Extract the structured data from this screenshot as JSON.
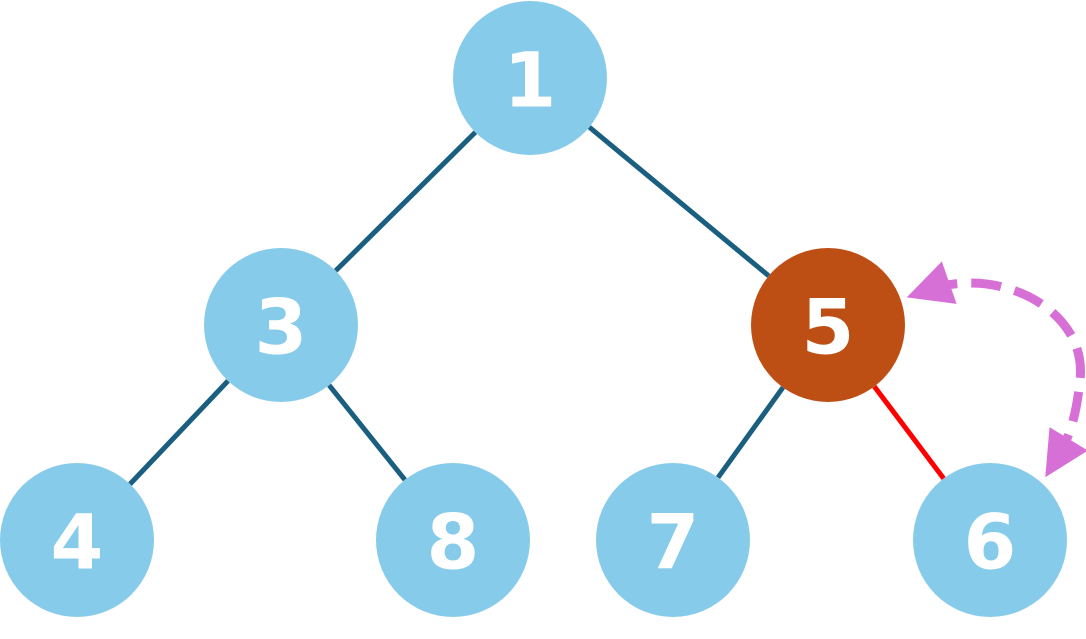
{
  "colors": {
    "node_fill": "#87CBEB",
    "highlight_fill": "#BD4F14",
    "edge": "#1A5F80",
    "highlight_edge": "#FF0000",
    "swap_arrow": "#D670D6",
    "label": "#FFFFFF"
  },
  "nodes": [
    {
      "id": "n1",
      "label": "1",
      "highlighted": false
    },
    {
      "id": "n3",
      "label": "3",
      "highlighted": false
    },
    {
      "id": "n5",
      "label": "5",
      "highlighted": true
    },
    {
      "id": "n4",
      "label": "4",
      "highlighted": false
    },
    {
      "id": "n8",
      "label": "8",
      "highlighted": false
    },
    {
      "id": "n7",
      "label": "7",
      "highlighted": false
    },
    {
      "id": "n6",
      "label": "6",
      "highlighted": false
    }
  ],
  "edges": [
    {
      "from": "n1",
      "to": "n3",
      "highlighted": false
    },
    {
      "from": "n1",
      "to": "n5",
      "highlighted": false
    },
    {
      "from": "n3",
      "to": "n4",
      "highlighted": false
    },
    {
      "from": "n3",
      "to": "n8",
      "highlighted": false
    },
    {
      "from": "n5",
      "to": "n7",
      "highlighted": false
    },
    {
      "from": "n5",
      "to": "n6",
      "highlighted": true
    }
  ],
  "swap": {
    "between": [
      "n5",
      "n6"
    ],
    "icon": "dashed-double-arrow-icon"
  }
}
